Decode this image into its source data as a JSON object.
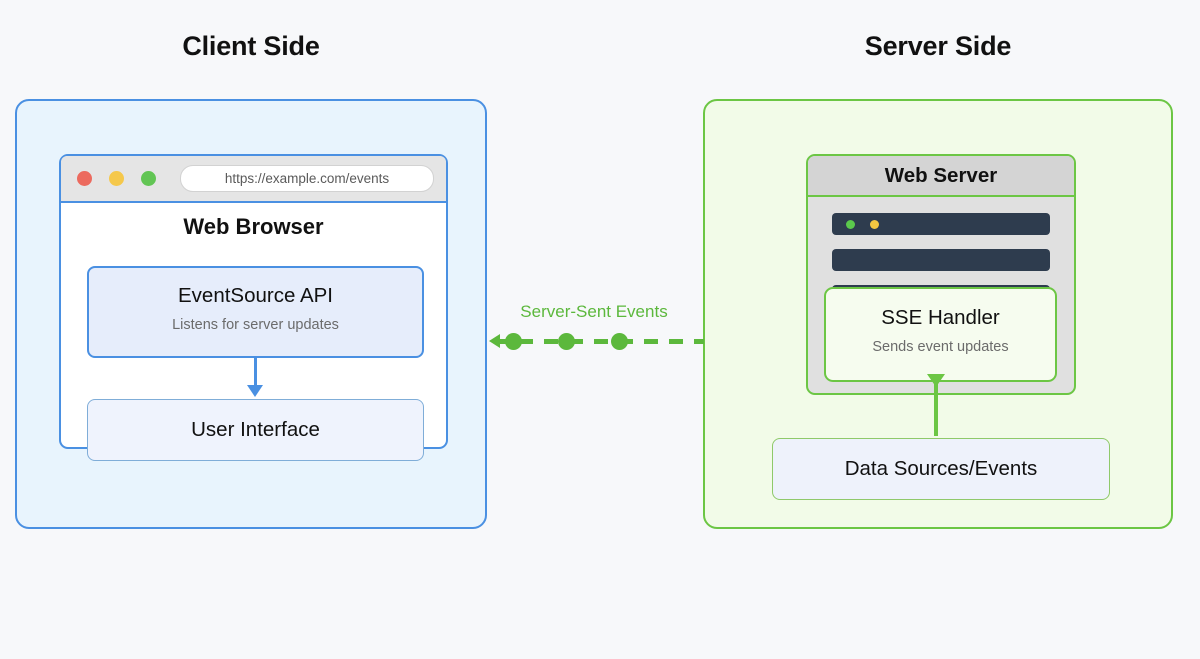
{
  "diagram": {
    "background_color": "#f7f8fa",
    "client": {
      "title": "Client Side",
      "accent_color": "#4a90e2",
      "panel_fill": "#e8f4fd",
      "browser": {
        "title": "Web Browser",
        "url": "https://example.com/events",
        "traffic_lights": [
          "red",
          "yellow",
          "green"
        ],
        "traffic_light_colors": {
          "red": "#ec6a5e",
          "yellow": "#f5c84b",
          "green": "#62c554"
        },
        "eventsource": {
          "title": "EventSource API",
          "subtitle": "Listens for server updates"
        },
        "user_interface": {
          "title": "User Interface"
        }
      }
    },
    "server": {
      "title": "Server Side",
      "accent_color": "#6cc644",
      "panel_fill": "#f2fbe8",
      "web_server": {
        "title": "Web Server",
        "bar_color": "#2e3c4e",
        "leds": [
          "green",
          "yellow"
        ],
        "led_colors": {
          "green": "#5bc94c",
          "yellow": "#f2c641"
        },
        "sse_handler": {
          "title": "SSE Handler",
          "subtitle": "Sends event updates"
        }
      },
      "data_sources": {
        "title": "Data Sources/Events"
      }
    },
    "connection": {
      "label": "Server-Sent Events",
      "label_color": "#5cb83c",
      "direction": "server-to-client",
      "style": "dashed-with-dots",
      "dot_count": 3
    }
  }
}
